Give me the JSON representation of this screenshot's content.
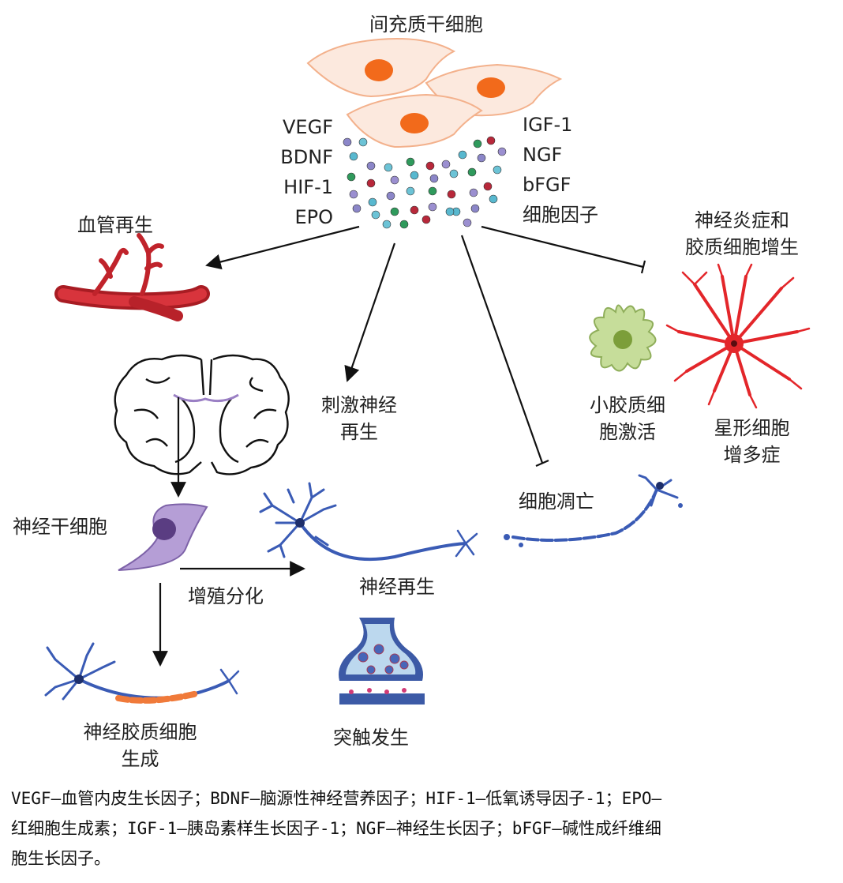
{
  "labels": {
    "msc": "间充质干细胞",
    "factors_left": [
      "VEGF",
      "BDNF",
      "HIF-1",
      "EPO"
    ],
    "factors_right": [
      "IGF-1",
      "NGF",
      "bFGF",
      "细胞因子"
    ],
    "angiogenesis": "血管再生",
    "neuroinflam": [
      "神经炎症和",
      "胶质细胞增生"
    ],
    "stimulate": [
      "刺激神经",
      "再生"
    ],
    "microglia": [
      "小胶质细",
      "胞激活"
    ],
    "astrocyte": [
      "星形细胞",
      "增多症"
    ],
    "apoptosis": "细胞凋亡",
    "nsc": "神经干细胞",
    "prolif": "增殖分化",
    "neuroregen": "神经再生",
    "gliogenesis": [
      "神经胶质细胞",
      "生成"
    ],
    "synaptogenesis": "突触发生"
  },
  "caption": [
    "VEGF—血管内皮生长因子；BDNF—脑源性神经营养因子；HIF-1—低氧诱导因子-1；EPO—",
    "红细胞生成素；IGF-1—胰岛素样生长因子-1；NGF—神经生长因子；bFGF—碱性成纤维细",
    "胞生长因子。"
  ],
  "colors": {
    "msc_cell": "#fce9de",
    "msc_nucleus": "#f26a1b",
    "vessel": "#c0232b",
    "neuron": "#3a5bb5",
    "nsc_cell": "#b59ed6",
    "microglia": "#c6dd9a",
    "astrocyte": "#e3262a",
    "myelin": "#f07a3a"
  }
}
